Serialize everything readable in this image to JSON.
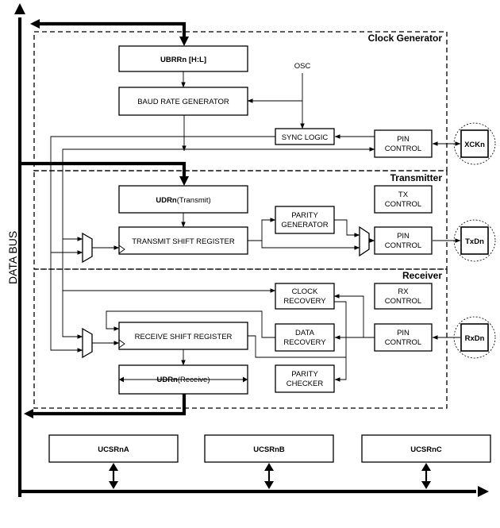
{
  "sections": {
    "clock_generator": "Clock Generator",
    "transmitter": "Transmitter",
    "receiver": "Receiver"
  },
  "data_bus": "DATA BUS",
  "osc": "OSC",
  "blocks": {
    "ubrr": "UBRRn [H:L]",
    "baud": "BAUD RATE GENERATOR",
    "sync": "SYNC LOGIC",
    "pin_clock": [
      "PIN",
      "CONTROL"
    ],
    "udr_tx_bold": "UDRn",
    "udr_tx_rest": "(Transmit)",
    "tx_ctrl": [
      "TX",
      "CONTROL"
    ],
    "parity_gen": [
      "PARITY",
      "GENERATOR"
    ],
    "tx_shift": "TRANSMIT SHIFT REGISTER",
    "pin_tx": [
      "PIN",
      "CONTROL"
    ],
    "clock_rec": [
      "CLOCK",
      "RECOVERY"
    ],
    "rx_ctrl": [
      "RX",
      "CONTROL"
    ],
    "rx_shift": "RECEIVE SHIFT REGISTER",
    "data_rec": [
      "DATA",
      "RECOVERY"
    ],
    "pin_rx": [
      "PIN",
      "CONTROL"
    ],
    "udr_rx_bold": "UDRn",
    "udr_rx_rest": "(Receive)",
    "parity_chk": [
      "PARITY",
      "CHECKER"
    ],
    "ucsra": "UCSRnA",
    "ucsrb": "UCSRnB",
    "ucsrc": "UCSRnC"
  },
  "pins": {
    "xck": "XCKn",
    "txd": "TxDn",
    "rxd": "RxDn"
  }
}
